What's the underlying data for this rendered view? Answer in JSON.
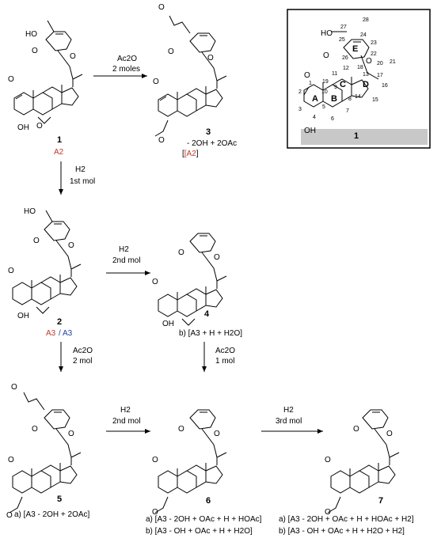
{
  "reagents": {
    "top": {
      "line1": "Ac2O",
      "line2": "2 moles"
    },
    "first_h2": {
      "line1": "H2",
      "line2": "1st mol"
    },
    "second_h2_to4": {
      "line1": "H2",
      "line2": "2nd mol"
    },
    "ac2o_2mol": {
      "line1": "Ac2O",
      "line2": "2 mol"
    },
    "ac2o_1mol": {
      "line1": "Ac2O",
      "line2": "1 mol"
    },
    "second_h2_to6": {
      "line1": "H2",
      "line2": "2nd mol"
    },
    "third_h2": {
      "line1": "H2",
      "line2": "3rd mol"
    }
  },
  "compounds": {
    "c1": {
      "number": "1",
      "label": "A2"
    },
    "c3": {
      "number": "3",
      "note": "- 2OH + 2OAc",
      "bracket": "[A2"
    },
    "c2": {
      "number": "2",
      "label_a": "A3",
      "label_b": "/ A3"
    },
    "c4": {
      "number": "4",
      "note": "b) [A3 + H + H2O]"
    },
    "c5": {
      "number": "5",
      "note": "a) [A3 - 2OH + 2OAc]"
    },
    "c6": {
      "number": "6",
      "note_a": "a) [A3 - 2OH + OAc + H + HOAc]",
      "note_b": "b) [A3 - OH + OAc + H + H2O]"
    },
    "c7": {
      "number": "7",
      "note_a": "a) [A3 - 2OH + OAc + H + HOAc + H2]",
      "note_b": "b) [A3 - OH + OAc + H + H2O + H2]"
    }
  },
  "reference": {
    "number": "1",
    "ring_labels": [
      "A",
      "B",
      "C",
      "D",
      "E"
    ],
    "atom_numbers": [
      "1",
      "2",
      "3",
      "4",
      "5",
      "6",
      "7",
      "8",
      "9",
      "10",
      "11",
      "12",
      "13",
      "14",
      "15",
      "16",
      "17",
      "18",
      "19",
      "20",
      "21",
      "22",
      "23",
      "24",
      "25",
      "26",
      "27",
      "28"
    ],
    "groups": {
      "ho": "HO",
      "oh": "OH",
      "o_ketone": "O",
      "o_ring": "O",
      "o_lactone": "O"
    }
  }
}
